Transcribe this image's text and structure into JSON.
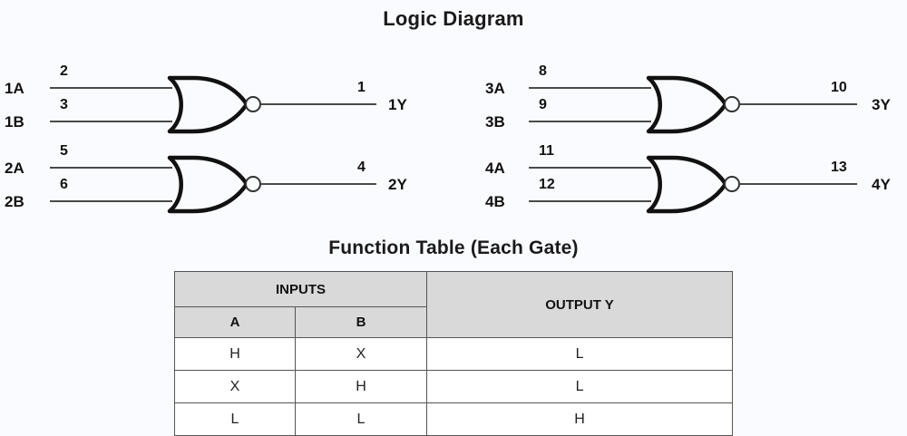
{
  "page": {
    "background_color": "#fafbfe",
    "ink_color": "#111111",
    "wire_color": "#4a4a4a",
    "header_fill": "#d9d9d9"
  },
  "logic_diagram": {
    "title": "Logic Diagram",
    "gate_type": "NOR",
    "gates": [
      {
        "id": "gate-1",
        "inputs": [
          {
            "signal": "1A",
            "pin": "2"
          },
          {
            "signal": "1B",
            "pin": "3"
          }
        ],
        "output": {
          "signal": "1Y",
          "pin": "1"
        }
      },
      {
        "id": "gate-2",
        "inputs": [
          {
            "signal": "2A",
            "pin": "5"
          },
          {
            "signal": "2B",
            "pin": "6"
          }
        ],
        "output": {
          "signal": "2Y",
          "pin": "4"
        }
      },
      {
        "id": "gate-3",
        "inputs": [
          {
            "signal": "3A",
            "pin": "8"
          },
          {
            "signal": "3B",
            "pin": "9"
          }
        ],
        "output": {
          "signal": "3Y",
          "pin": "10"
        }
      },
      {
        "id": "gate-4",
        "inputs": [
          {
            "signal": "4A",
            "pin": "11"
          },
          {
            "signal": "4B",
            "pin": "12"
          }
        ],
        "output": {
          "signal": "4Y",
          "pin": "13"
        }
      }
    ]
  },
  "function_table": {
    "title": "Function Table (Each Gate)",
    "group_headers": [
      {
        "label": "INPUTS",
        "span": 2
      },
      {
        "label": "OUTPUT Y",
        "span": 1
      }
    ],
    "columns": [
      "A",
      "B"
    ],
    "rows": [
      {
        "a": "H",
        "b": "X",
        "y": "L"
      },
      {
        "a": "X",
        "b": "H",
        "y": "L"
      },
      {
        "a": "L",
        "b": "L",
        "y": "H"
      }
    ]
  }
}
